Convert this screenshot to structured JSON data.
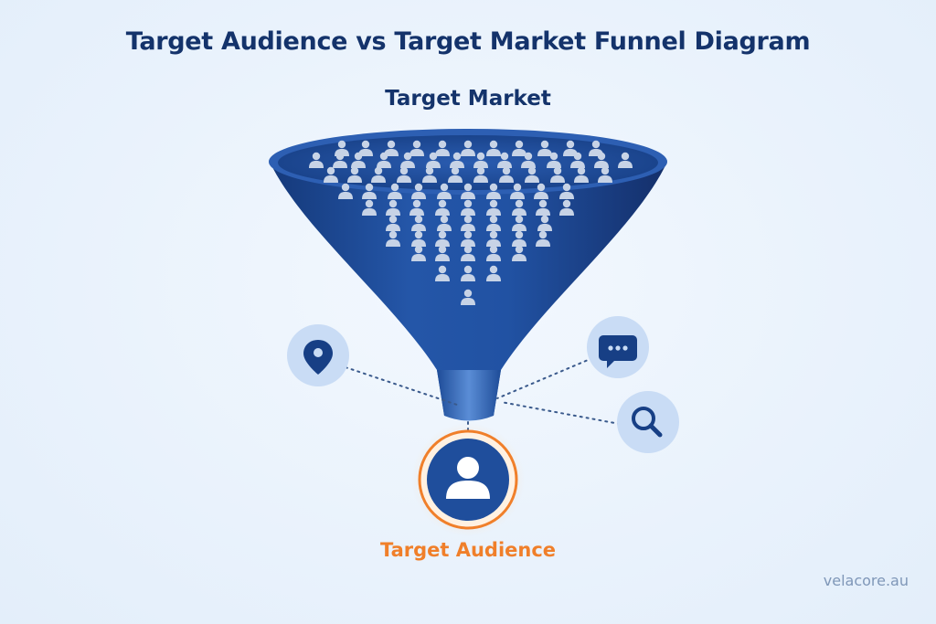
{
  "diagram": {
    "title": "Target Audience vs Target Market Funnel Diagram",
    "top_label": "Target Market",
    "bottom_label": "Target Audience",
    "watermark": "velacore.au",
    "side_icons": [
      "location-pin-icon",
      "chat-bubble-icon",
      "search-icon"
    ],
    "colors": {
      "title": "#14336b",
      "funnel": "#1f4e9c",
      "funnel_dark": "#143a7a",
      "accent": "#f07f2a",
      "icon_circle": "#c9dcf5",
      "people": "#c7d3e6"
    }
  }
}
